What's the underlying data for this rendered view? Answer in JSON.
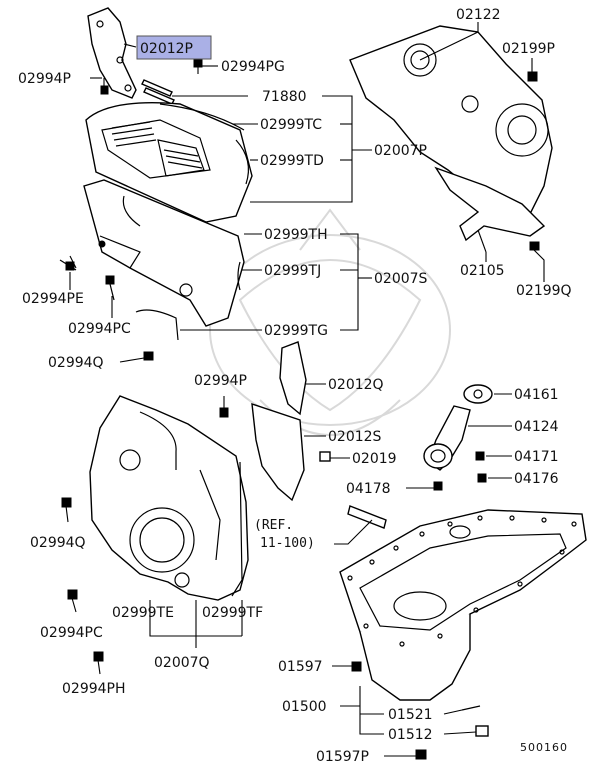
{
  "highlight_color": "#aab0e6",
  "diagram_id": "500160",
  "labels": {
    "p02012P": "02012P",
    "p02994PG": "02994PG",
    "p02994P_top": "02994P",
    "p71880": "71880",
    "p02999TC": "02999TC",
    "p02999TD": "02999TD",
    "p02007P": "02007P",
    "p02122": "02122",
    "p02199P": "02199P",
    "p02999TH": "02999TH",
    "p02999TJ": "02999TJ",
    "p02007S": "02007S",
    "p02105": "02105",
    "p02199Q": "02199Q",
    "p02994PE": "02994PE",
    "p02994PC_top": "02994PC",
    "p02999TG": "02999TG",
    "p02994Q_top": "02994Q",
    "p02994P_mid": "02994P",
    "p02012Q": "02012Q",
    "p04161": "04161",
    "p04124": "04124",
    "p02012S": "02012S",
    "p04171": "04171",
    "p02019": "02019",
    "p04176": "04176",
    "p04178": "04178",
    "ref_line1": "(REF.",
    "ref_line2": "11-100)",
    "p02994Q_bot": "02994Q",
    "p02999TE": "02999TE",
    "p02999TF": "02999TF",
    "p02994PC_bot": "02994PC",
    "p02007Q": "02007Q",
    "p01597": "01597",
    "p02994PH": "02994PH",
    "p01500": "01500",
    "p01521": "01521",
    "p01512": "01512",
    "p01597P": "01597P"
  }
}
